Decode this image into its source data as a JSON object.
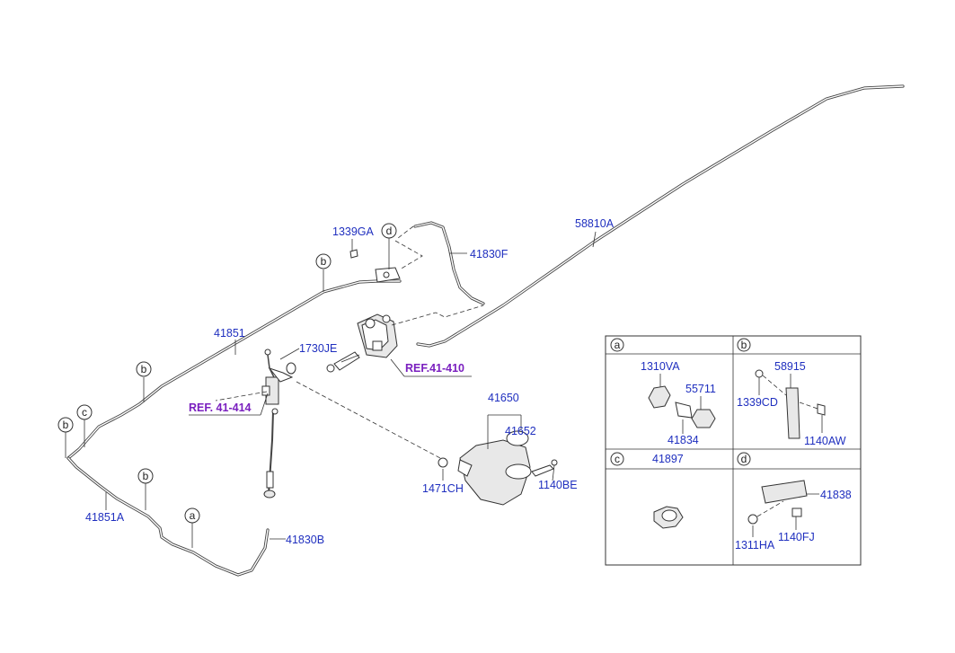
{
  "labels": {
    "p58810A": "58810A",
    "p1339GA": "1339GA",
    "p41830F": "41830F",
    "p41851": "41851",
    "p1730JE": "1730JE",
    "ref41410": "REF.41-410",
    "ref41414": "REF. 41-414",
    "p41650": "41650",
    "p41652": "41652",
    "p1471CH": "1471CH",
    "p1140BE": "1140BE",
    "p41851A": "41851A",
    "p41830B": "41830B"
  },
  "callouts": {
    "a": "a",
    "b": "b",
    "c": "c",
    "d": "d"
  },
  "detail_panels": {
    "a": {
      "letter": "a",
      "parts": [
        "1310VA",
        "55711",
        "41834"
      ]
    },
    "b": {
      "letter": "b",
      "parts": [
        "58915",
        "1339CD",
        "1140AW"
      ]
    },
    "c": {
      "letter": "c",
      "parts": [
        "41897"
      ]
    },
    "d": {
      "letter": "d",
      "parts": [
        "41838",
        "1311HA",
        "1140FJ"
      ]
    }
  }
}
